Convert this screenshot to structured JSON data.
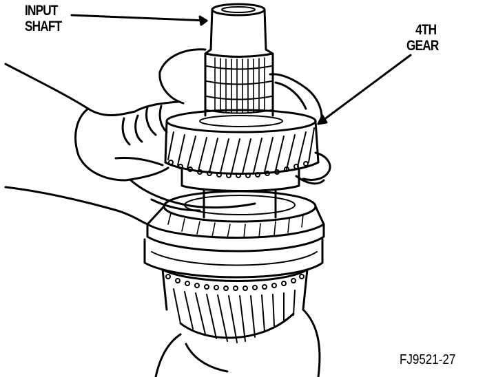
{
  "labels": {
    "input_shaft": [
      "INPUT",
      "SHAFT"
    ],
    "fourth_gear": [
      "4TH",
      "GEAR"
    ]
  },
  "figure_id": "FJ9521-27"
}
